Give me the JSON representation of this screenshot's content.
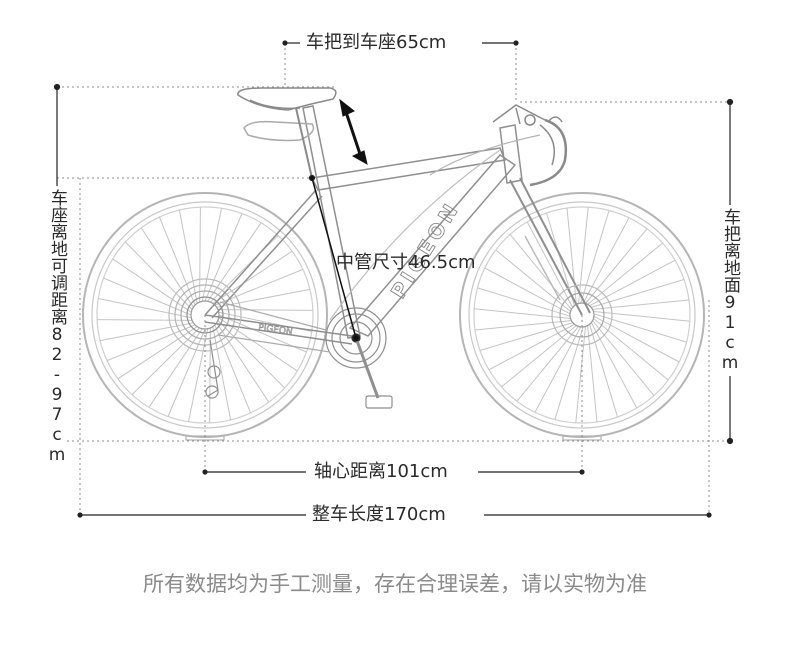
{
  "diagram": {
    "labels": {
      "handlebar_to_seat": "车把到车座65cm",
      "top_tube": "中管尺寸46.5cm",
      "wheelbase": "轴心距离101cm",
      "total_length": "整车长度170cm",
      "seat_height": "车座离地可调距离82-97cm",
      "handlebar_height": "车把离地面91cm"
    },
    "frame_text": "PIGEON",
    "chainstay_text": "PIGEON"
  },
  "footer": {
    "disclaimer": "所有数据均为手工测量，存在合理误差，请以实物为准"
  },
  "colors": {
    "line": "#222222",
    "bike": "#9a9a9a",
    "text": "#2a2a2a",
    "footer": "#8a8a8a"
  }
}
